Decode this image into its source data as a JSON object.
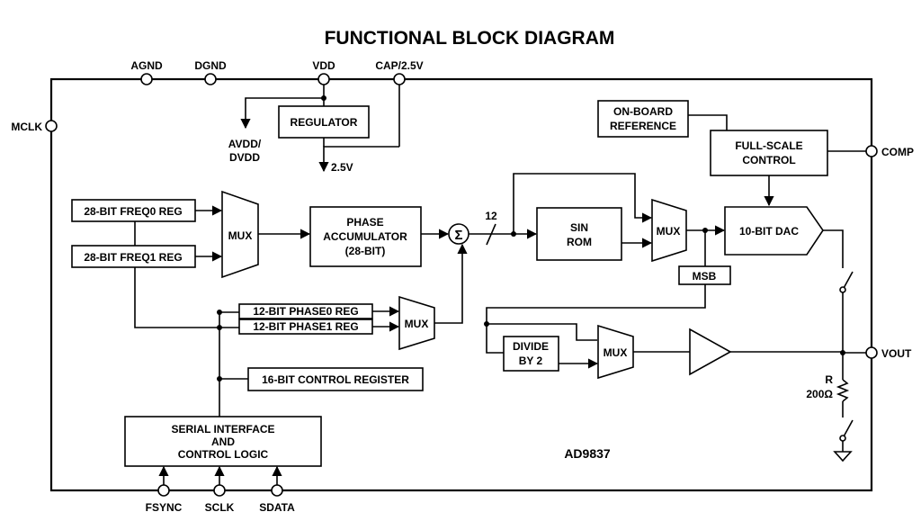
{
  "title": "FUNCTIONAL BLOCK DIAGRAM",
  "part_number": "AD9837",
  "pins": {
    "agnd": "AGND",
    "dgnd": "DGND",
    "vdd": "VDD",
    "cap": "CAP/2.5V",
    "mclk": "MCLK",
    "comp": "COMP",
    "vout": "VOUT",
    "fsync": "FSYNC",
    "sclk": "SCLK",
    "sdata": "SDATA"
  },
  "blocks": {
    "regulator": "REGULATOR",
    "on_board_ref": [
      "ON-BOARD",
      "REFERENCE"
    ],
    "full_scale": [
      "FULL-SCALE",
      "CONTROL"
    ],
    "freq0": "28-BIT FREQ0 REG",
    "freq1": "28-BIT FREQ1 REG",
    "mux": "MUX",
    "phase_acc": [
      "PHASE",
      "ACCUMULATOR",
      "(28-BIT)"
    ],
    "sin_rom": [
      "SIN",
      "ROM"
    ],
    "dac": "10-BIT DAC",
    "msb": "MSB",
    "phase0": "12-BIT PHASE0 REG",
    "phase1": "12-BIT PHASE1 REG",
    "divide": [
      "DIVIDE",
      "BY 2"
    ],
    "control_reg": "16-BIT CONTROL REGISTER",
    "serial": [
      "SERIAL INTERFACE",
      "AND",
      "CONTROL LOGIC"
    ]
  },
  "labels": {
    "avdd_dvdd": [
      "AVDD/",
      "DVDD"
    ],
    "v25": "2.5V",
    "bus_width": "12",
    "sigma": "Σ",
    "resistor_r": "R",
    "resistor_val": "200Ω"
  }
}
